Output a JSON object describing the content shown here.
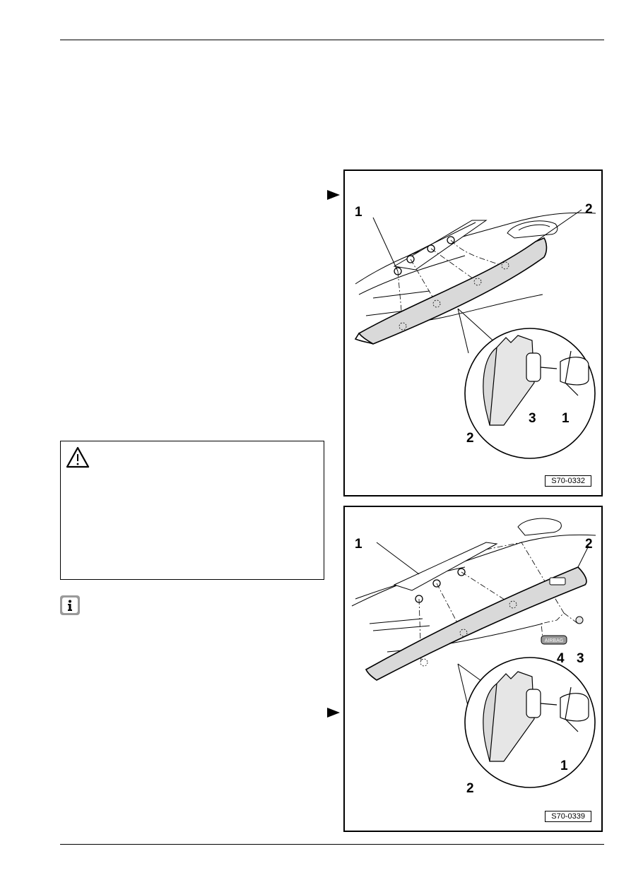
{
  "figures": [
    {
      "id": "S70-0332",
      "callouts": {
        "c1": "1",
        "c2": "2",
        "c3": "3",
        "c4": "1",
        "c5": "2"
      }
    },
    {
      "id": "S70-0339",
      "callouts": {
        "c1": "1",
        "c2": "2",
        "c3": "4",
        "c4": "3",
        "c5": "1",
        "c6": "2"
      },
      "badge_text": "AIRBAG"
    }
  ],
  "icons": {
    "warning": "warning-triangle-icon",
    "note": "info-note-icon",
    "pointer": "pointer-arrow-icon"
  },
  "colors": {
    "panel_fill": "#d9d9d9",
    "note_icon_bg": "#9a9a9a",
    "line": "#000000"
  }
}
